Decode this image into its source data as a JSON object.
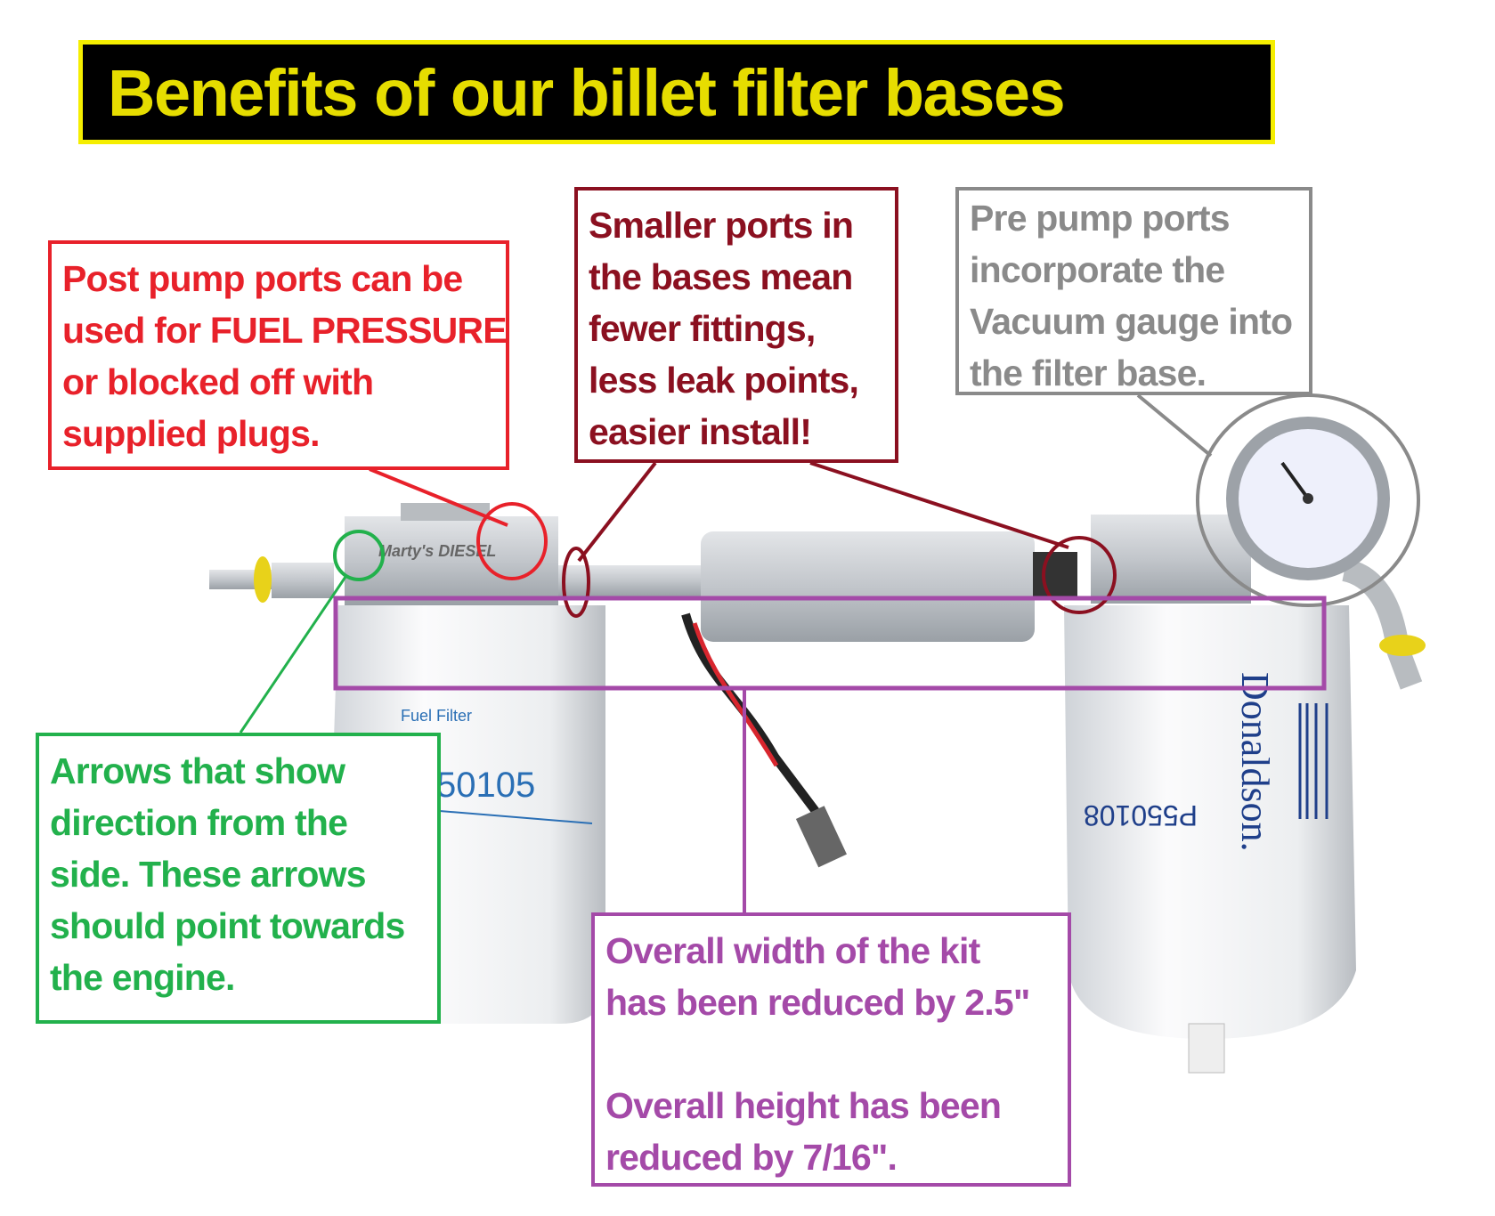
{
  "title": "Benefits of our billet filter bases",
  "callouts": {
    "post_pump": [
      "Post pump ports can be",
      "used for FUEL PRESSURE",
      "or blocked off with",
      "supplied plugs."
    ],
    "smaller_ports": [
      "Smaller ports in",
      "the bases mean",
      "fewer fittings,",
      "less leak points,",
      "easier install!"
    ],
    "pre_pump": [
      "Pre pump ports",
      "incorporate the",
      "Vacuum gauge into",
      "the filter base."
    ],
    "arrows": [
      "Arrows that show",
      "direction from the",
      "side. These arrows",
      "should point towards",
      "the engine."
    ],
    "dimensions": [
      "Overall width of the kit",
      "has been reduced by 2.5\"",
      "Overall height has been",
      "reduced by 7/16\"."
    ]
  },
  "photo_labels": {
    "left_filter_number": "50105",
    "right_filter_number": "P550108",
    "brand": "Donaldson.",
    "fuel_filter": "Fuel Filter",
    "base_brand": "Marty's DIESEL"
  },
  "colors": {
    "title_bg": "#000000",
    "title_text": "#e6dd00",
    "red": "#e8212a",
    "dark_red": "#8b1020",
    "gray": "#8a8a8a",
    "green": "#22b14c",
    "purple": "#a44aa8"
  }
}
